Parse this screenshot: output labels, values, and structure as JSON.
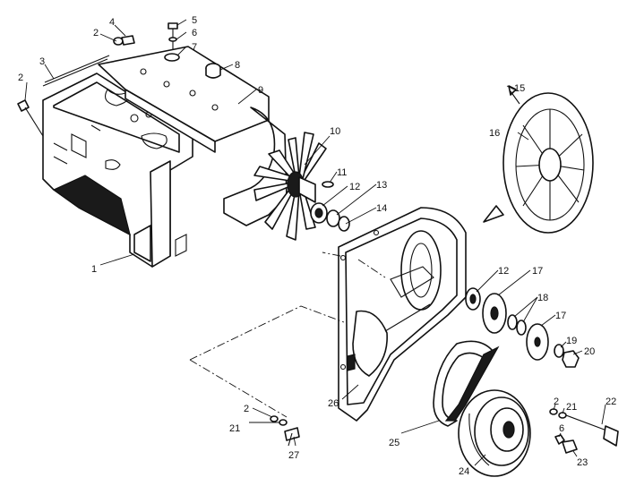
{
  "callouts": [
    {
      "text": "1"
    },
    {
      "text": "2"
    },
    {
      "text": "3"
    },
    {
      "text": "4"
    },
    {
      "text": "5"
    },
    {
      "text": "6"
    },
    {
      "text": "7"
    },
    {
      "text": "8"
    },
    {
      "text": "9"
    },
    {
      "text": "10"
    },
    {
      "text": "11"
    },
    {
      "text": "12"
    },
    {
      "text": "13"
    },
    {
      "text": "14"
    },
    {
      "text": "15"
    },
    {
      "text": "16"
    },
    {
      "text": "17"
    },
    {
      "text": "18"
    },
    {
      "text": "17"
    },
    {
      "text": "19"
    },
    {
      "text": "20"
    },
    {
      "text": "2"
    },
    {
      "text": "21"
    },
    {
      "text": "22"
    },
    {
      "text": "6"
    },
    {
      "text": "23"
    },
    {
      "text": "24"
    },
    {
      "text": "25"
    },
    {
      "text": "26"
    },
    {
      "text": "2"
    },
    {
      "text": "21"
    },
    {
      "text": "27"
    },
    {
      "text": "2"
    },
    {
      "text": "12"
    }
  ],
  "colors": {
    "ink": "#111111",
    "paper": "#ffffff"
  }
}
